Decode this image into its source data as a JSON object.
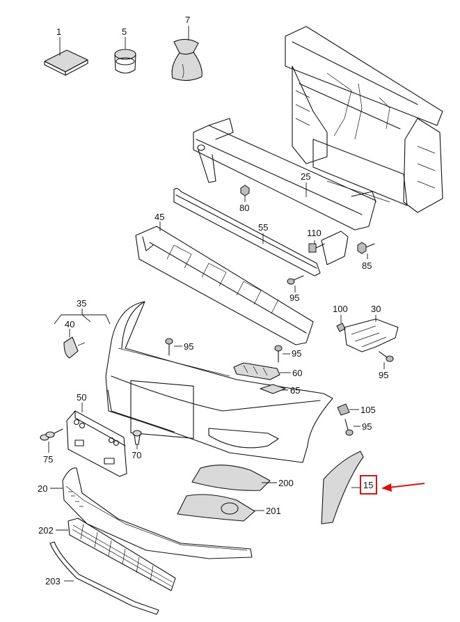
{
  "callouts": {
    "p1": "1",
    "p5": "5",
    "p7": "7",
    "p25": "25",
    "p80": "80",
    "p45": "45",
    "p55": "55",
    "p110": "110",
    "p85": "85",
    "p95_a": "95",
    "p35": "35",
    "p40": "40",
    "p95_b": "95",
    "p95_c": "95",
    "p60": "60",
    "p100": "100",
    "p30": "30",
    "p95_d": "95",
    "p65": "65",
    "p105": "105",
    "p95_e": "95",
    "p50": "50",
    "p75": "75",
    "p70": "70",
    "p20": "20",
    "p200": "200",
    "p201": "201",
    "p15": "15",
    "p202": "202",
    "p203": "203"
  },
  "highlight": {
    "part": "15",
    "color": "#e01010"
  }
}
